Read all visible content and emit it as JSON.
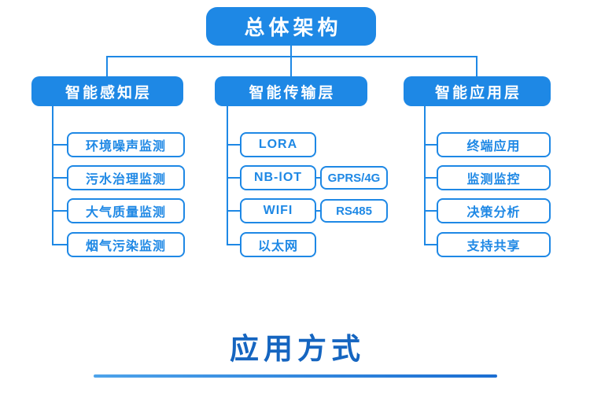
{
  "diagram": {
    "root": "总体架构",
    "branches": [
      {
        "label": "智能感知层",
        "children": [
          "环境噪声监测",
          "污水治理监测",
          "大气质量监测",
          "烟气污染监测"
        ]
      },
      {
        "label": "智能传输层",
        "children": [
          "LORA",
          "NB-lOT",
          "WIFI",
          "以太网"
        ],
        "sub_children": [
          "GPRS/4G",
          "RS485"
        ]
      },
      {
        "label": "智能应用层",
        "children": [
          "终端应用",
          "监测监控",
          "决策分析",
          "支持共享"
        ]
      }
    ]
  },
  "section": {
    "title": "应用方式"
  },
  "colors": {
    "primary_blue": "#1e88e5",
    "title_blue": "#1565c0"
  }
}
